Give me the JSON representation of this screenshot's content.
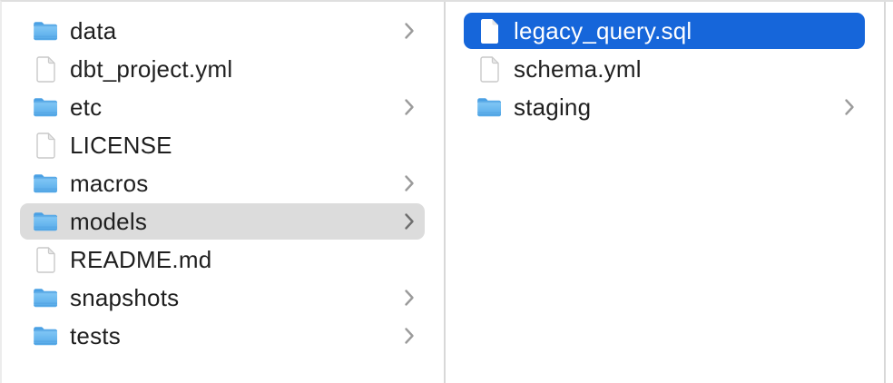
{
  "app": {
    "view": "finder-column-browser",
    "folder_open": "models"
  },
  "colors": {
    "selection_active_blue": "#1666da",
    "selection_inactive_gray": "#dcdcdc",
    "selected_text": "#ffffff",
    "text": "#1f1f1f",
    "divider": "#d8d8d8",
    "chevron": "#9b9b9b",
    "chevron_on_gray": "#6e6e6e",
    "folder_blue_body": "#68b7ef",
    "folder_blue_tab": "#4aa0e4"
  },
  "icons": {
    "folder": "folder-icon",
    "file": "document-icon",
    "chevron": "chevron-right-icon"
  },
  "columns": [
    {
      "name": "left",
      "items": [
        {
          "label": "data",
          "type": "folder",
          "chevron": true,
          "selected": false,
          "selection_style": null
        },
        {
          "label": "dbt_project.yml",
          "type": "file",
          "chevron": false,
          "selected": false,
          "selection_style": null
        },
        {
          "label": "etc",
          "type": "folder",
          "chevron": true,
          "selected": false,
          "selection_style": null
        },
        {
          "label": "LICENSE",
          "type": "file",
          "chevron": false,
          "selected": false,
          "selection_style": null
        },
        {
          "label": "macros",
          "type": "folder",
          "chevron": true,
          "selected": false,
          "selection_style": null
        },
        {
          "label": "models",
          "type": "folder",
          "chevron": true,
          "selected": true,
          "selection_style": "inactive-gray"
        },
        {
          "label": "README.md",
          "type": "file",
          "chevron": false,
          "selected": false,
          "selection_style": null
        },
        {
          "label": "snapshots",
          "type": "folder",
          "chevron": true,
          "selected": false,
          "selection_style": null
        },
        {
          "label": "tests",
          "type": "folder",
          "chevron": true,
          "selected": false,
          "selection_style": null
        }
      ]
    },
    {
      "name": "right",
      "items": [
        {
          "label": "legacy_query.sql",
          "type": "file",
          "chevron": false,
          "selected": true,
          "selection_style": "active-blue"
        },
        {
          "label": "schema.yml",
          "type": "file",
          "chevron": false,
          "selected": false,
          "selection_style": null
        },
        {
          "label": "staging",
          "type": "folder",
          "chevron": true,
          "selected": false,
          "selection_style": null
        }
      ]
    }
  ]
}
